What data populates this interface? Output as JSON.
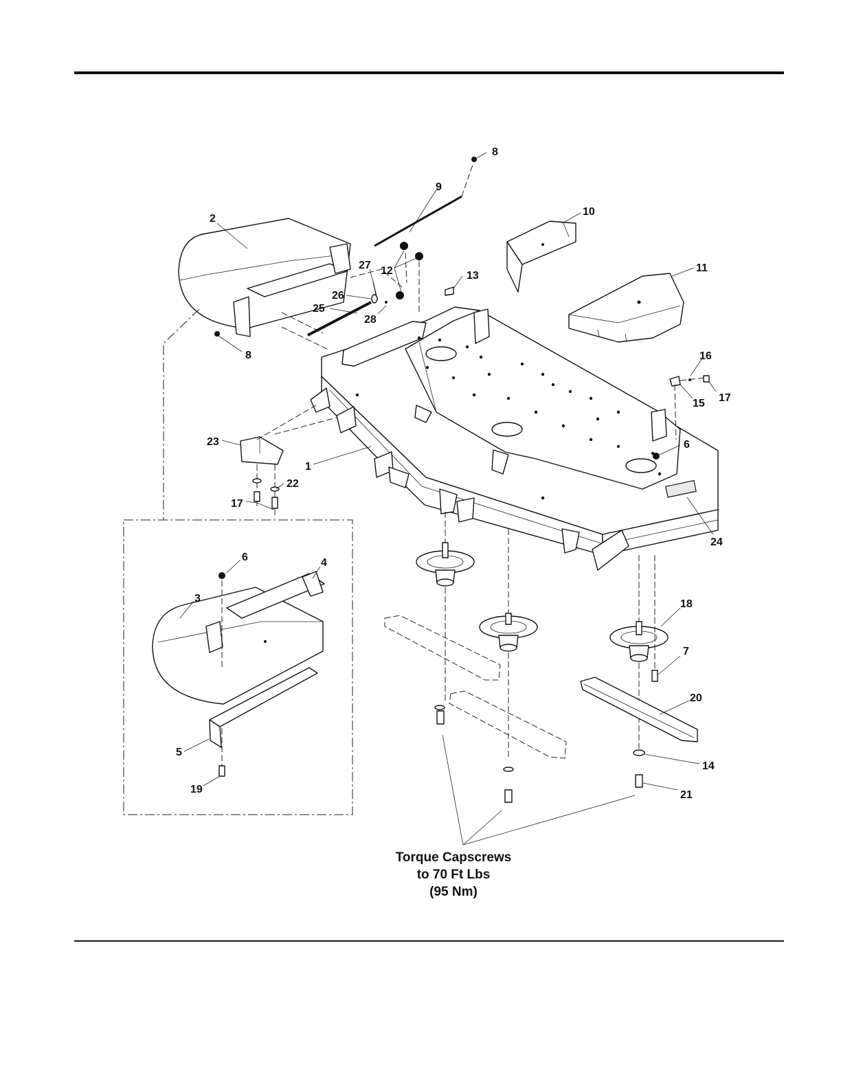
{
  "callouts": {
    "c1": "1",
    "c2": "2",
    "c3": "3",
    "c4": "4",
    "c5": "5",
    "c6a": "6",
    "c6b": "6",
    "c7": "7",
    "c8a": "8",
    "c8b": "8",
    "c9": "9",
    "c10": "10",
    "c11": "11",
    "c12": "12",
    "c13": "13",
    "c14": "14",
    "c15": "15",
    "c16": "16",
    "c17a": "17",
    "c17b": "17",
    "c18": "18",
    "c19": "19",
    "c20": "20",
    "c21": "21",
    "c22": "22",
    "c23": "23",
    "c24": "24",
    "c25": "25",
    "c26": "26",
    "c27": "27",
    "c28": "28"
  },
  "note": {
    "line1": "Torque Capscrews",
    "line2": "to 70 Ft Lbs",
    "line3": "(95 Nm)"
  }
}
